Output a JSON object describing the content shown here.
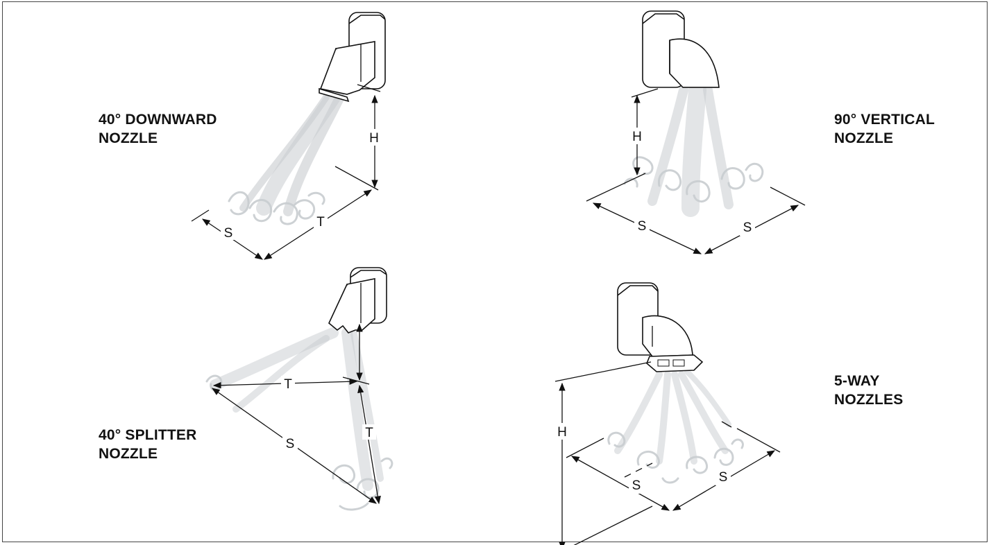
{
  "panels": {
    "downward": {
      "title_line1": "40° DOWNWARD",
      "title_line2": "NOZZLE",
      "labels": {
        "h": "H",
        "s": "S",
        "t": "T"
      }
    },
    "vertical": {
      "title_line1": "90° VERTICAL",
      "title_line2": "NOZZLE",
      "labels": {
        "h": "H",
        "s1": "S",
        "s2": "S"
      }
    },
    "splitter": {
      "title_line1": "40° SPLITTER",
      "title_line2": "NOZZLE",
      "labels": {
        "t1": "T",
        "t2": "T",
        "s": "S"
      }
    },
    "fiveway": {
      "title_line1": "5-WAY",
      "title_line2": "NOZZLES",
      "labels": {
        "h": "H",
        "s1": "S",
        "s2": "S"
      }
    }
  }
}
